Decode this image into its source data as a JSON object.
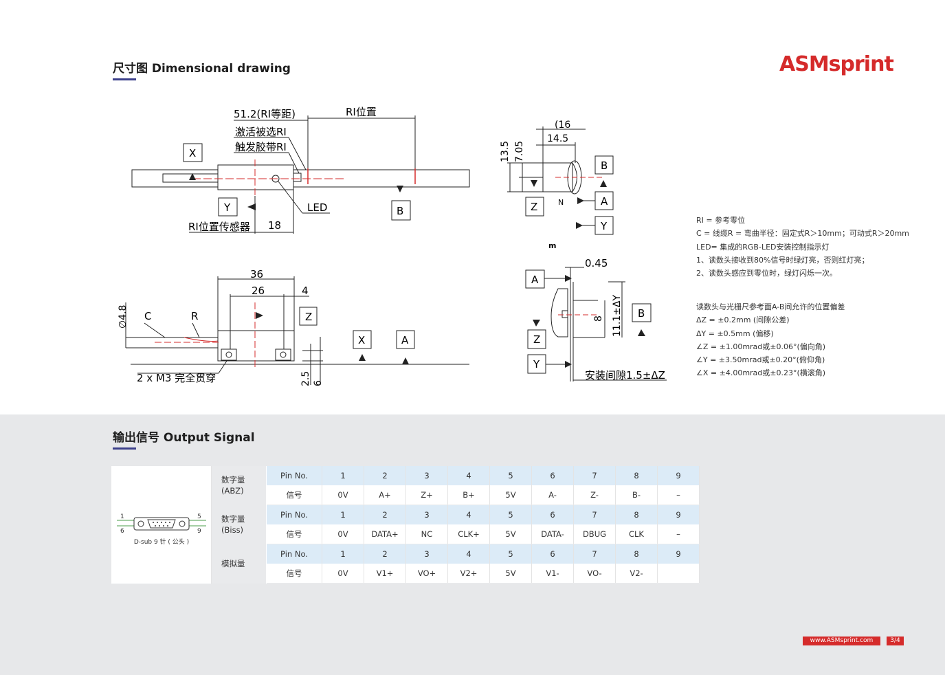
{
  "brand": {
    "logo": "ASMsprint",
    "accent": "#d52b2b",
    "section_bar": "#3b3f8a"
  },
  "dimensional": {
    "title": "尺寸图 Dimensional drawing",
    "top_view": {
      "ri_pitch": "51.2(RI等距)",
      "ri_position": "RI位置",
      "activate_ri": "激活被选RI",
      "trigger_tape_ri": "触发胶带RI",
      "x": "X",
      "y": "Y",
      "b": "B",
      "led": "LED",
      "ri_sensor": "RI位置传感器",
      "dim18": "18"
    },
    "side_view": {
      "d36": "36",
      "d26": "26",
      "d4": "4",
      "dia": "∅4.8",
      "c": "C",
      "r": "R",
      "z": "Z",
      "x": "X",
      "a": "A",
      "m3": "2 x M3 完全贯穿",
      "d25": "2.5",
      "d6": "6"
    },
    "end_view": {
      "d16": "(16",
      "d145": "14.5",
      "d135": "13.5",
      "d705": "7.05",
      "b": "B",
      "a": "A",
      "z": "Z",
      "y": "Y",
      "n": "N",
      "m": "m"
    },
    "install_view": {
      "d045": "0.45",
      "a": "A",
      "z": "Z",
      "y": "Y",
      "b": "B",
      "d8": "8",
      "d111": "11.1±ΔY",
      "gap": "安装间隙1.5±ΔZ"
    },
    "notes": [
      "RI = 参考零位",
      "C = 线缆R = 弯曲半径：固定式R＞10mm；可动式R＞20mm",
      "LED= 集成的RGB-LED安装控制指示灯",
      "1、读数头接收到80%信号时绿灯亮，否则红灯亮；",
      "2、读数头感应到零位时，绿灯闪烁一次。"
    ],
    "tolerances": [
      "读数头与光栅尺参考面A-B间允许的位置偏差",
      "ΔZ = ±0.2mm (间隙公差)",
      "ΔY = ±0.5mm (偏移)",
      "∠Z = ±1.00mrad或±0.06°(偏向角)",
      "∠Y = ±3.50mrad或±0.20°(俯仰角)",
      "∠X = ±4.00mrad或±0.23°(横滚角)"
    ]
  },
  "output": {
    "title": "输出信号 Output Signal",
    "connector": {
      "label": "D-sub 9 针 ( 公头 )",
      "p1": "1",
      "p5": "5",
      "p6": "6",
      "p9": "9"
    },
    "groups": [
      {
        "name": "数字量 (ABZ)",
        "pin_label": "Pin No.",
        "signal_label": "信号",
        "pins": [
          "1",
          "2",
          "3",
          "4",
          "5",
          "6",
          "7",
          "8",
          "9"
        ],
        "signals": [
          "0V",
          "A+",
          "Z+",
          "B+",
          "5V",
          "A-",
          "Z-",
          "B-",
          "–"
        ]
      },
      {
        "name": "数字量 (Biss)",
        "pin_label": "Pin No.",
        "signal_label": "信号",
        "pins": [
          "1",
          "2",
          "3",
          "4",
          "5",
          "6",
          "7",
          "8",
          "9"
        ],
        "signals": [
          "0V",
          "DATA+",
          "NC",
          "CLK+",
          "5V",
          "DATA-",
          "DBUG",
          "CLK",
          "–"
        ]
      },
      {
        "name": "模拟量",
        "pin_label": "Pin No.",
        "signal_label": "信号",
        "pins": [
          "1",
          "2",
          "3",
          "4",
          "5",
          "6",
          "7",
          "8",
          "9"
        ],
        "signals": [
          "0V",
          "V1+",
          "VO+",
          "V2+",
          "5V",
          "V1-",
          "VO-",
          "V2-",
          ""
        ]
      }
    ]
  },
  "footer": {
    "url": "www.ASMsprint.com",
    "page": "3/4"
  }
}
